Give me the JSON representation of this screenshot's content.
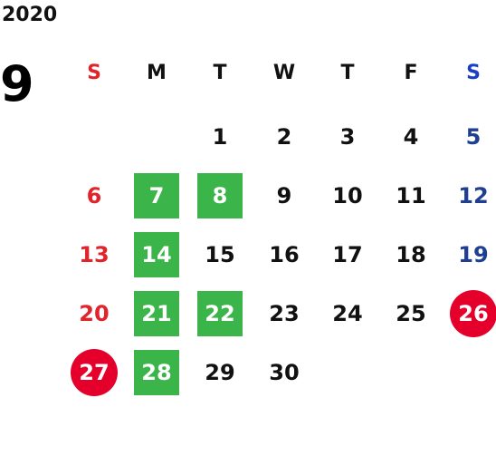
{
  "year": "2020",
  "month": "9",
  "weekdays": [
    "S",
    "M",
    "T",
    "W",
    "T",
    "F",
    "S"
  ],
  "days": {
    "d1": "1",
    "d2": "2",
    "d3": "3",
    "d4": "4",
    "d5": "5",
    "d6": "6",
    "d7": "7",
    "d8": "8",
    "d9": "9",
    "d10": "10",
    "d11": "11",
    "d12": "12",
    "d13": "13",
    "d14": "14",
    "d15": "15",
    "d16": "16",
    "d17": "17",
    "d18": "18",
    "d19": "19",
    "d20": "20",
    "d21": "21",
    "d22": "22",
    "d23": "23",
    "d24": "24",
    "d25": "25",
    "d26": "26",
    "d27": "27",
    "d28": "28",
    "d29": "29",
    "d30": "30"
  },
  "colors": {
    "sunday": "#e0242b",
    "saturday": "#1f3f93",
    "highlight_green": "#3bb54a",
    "holiday_red": "#e4002b"
  }
}
